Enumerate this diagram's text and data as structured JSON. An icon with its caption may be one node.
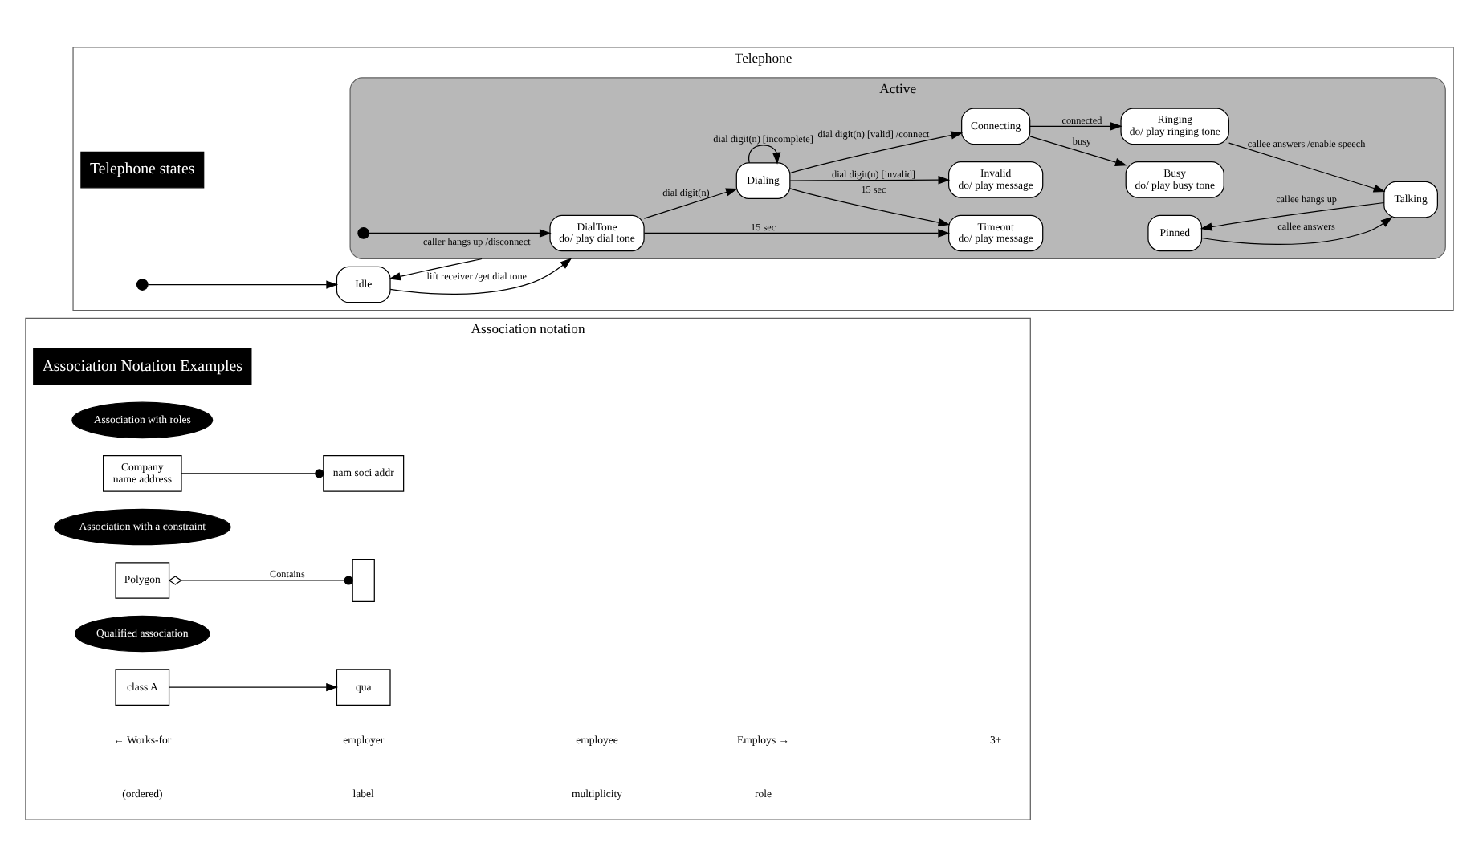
{
  "diagram": {
    "nodes": [
      {
        "text": [
          "Association notation"
        ]
      },
      {
        "text": [
          "Association Notation Examples"
        ],
        "in": 0
      },
      {
        "text": [
          "Association with roles"
        ],
        "in": 0
      },
      {
        "text": [
          "Company",
          "name address"
        ],
        "in": 0
      },
      {
        "text": [
          "nam soci addr"
        ],
        "in": 0
      },
      {
        "text": [
          "Association with a constraint"
        ],
        "in": 0
      },
      {
        "text": [
          "Polygon"
        ],
        "in": 0
      },
      {
        "text": [],
        "shape": "box",
        "in": 0
      },
      {
        "text": [
          "Qualified association"
        ],
        "in": 0
      },
      {
        "text": [
          "class A"
        ],
        "in": 0
      },
      {
        "text": [
          "qua"
        ],
        "in": 0
      },
      {
        "text": [
          "Telephone"
        ]
      },
      {
        "text": [
          "Telephone states"
        ],
        "in": 11
      },
      {
        "text": [],
        "shape": "circle",
        "in": 11
      },
      {
        "text": [
          "Idle"
        ],
        "in": 11
      },
      {
        "text": [
          "Active"
        ],
        "in": 11
      },
      {
        "text": [
          "DialTone",
          "do/ play dial tone"
        ],
        "in": 15
      },
      {
        "text": [
          "Timeout",
          "do/ play message"
        ],
        "in": 15
      },
      {
        "text": [
          "Dialing"
        ],
        "in": 15
      },
      {
        "text": [],
        "shape": "circle",
        "in": 15
      },
      {
        "text": [
          "Invalid",
          "do/ play message"
        ],
        "in": 15
      },
      {
        "text": [
          "Pinned"
        ],
        "in": 15
      },
      {
        "text": [
          "Connecting"
        ],
        "in": 15
      },
      {
        "text": [
          "Busy",
          "do/ play busy tone"
        ],
        "in": 15
      },
      {
        "text": [
          "Talking"
        ],
        "in": 15
      },
      {
        "text": [
          "Ringing",
          "do/ play ringing tone"
        ],
        "in": 15
      }
    ],
    "edges": [
      {
        "from": 3,
        "to": 4,
        "arrow": "other"
      },
      {
        "from": 6,
        "to": 7,
        "arrow": "other",
        "label": "Contains"
      },
      {
        "from": 9,
        "to": 10,
        "arrow": "to"
      },
      {
        "from": 13,
        "to": 14,
        "arrow": "to"
      },
      {
        "from": 14,
        "to": 15,
        "arrow": "to",
        "label": "lift receiver /get dial tone"
      },
      {
        "from": 15,
        "to": 14,
        "arrow": "to",
        "label": "caller hangs up /disconnect"
      },
      {
        "from": 19,
        "to": 16,
        "arrow": "to"
      },
      {
        "from": 16,
        "to": 17,
        "arrow": "to",
        "label": "15 sec"
      },
      {
        "from": 16,
        "to": 18,
        "arrow": "to",
        "label": "dial digit(n)"
      },
      {
        "from": 18,
        "to": 17,
        "arrow": "to",
        "label": "15 sec"
      },
      {
        "from": 18,
        "to": 18,
        "arrow": "to",
        "label": "dial digit(n) [incomplete]"
      },
      {
        "from": 18,
        "to": 20,
        "arrow": "to",
        "label": "dial digit(n) [invalid]"
      },
      {
        "from": 18,
        "to": 22,
        "arrow": "to",
        "label": "dial digit(n) [valid] /connect"
      },
      {
        "from": 22,
        "to": 23,
        "arrow": "to",
        "label": "busy"
      },
      {
        "from": 22,
        "to": 25,
        "arrow": "to",
        "label": "connected"
      },
      {
        "from": 25,
        "to": 24,
        "arrow": "to",
        "label": "callee answers /enable speech"
      },
      {
        "from": 21,
        "to": 24,
        "arrow": "to",
        "label": "callee answers"
      },
      {
        "from": 24,
        "to": 21,
        "arrow": "to",
        "label": "callee hangs up"
      }
    ],
    "labels": [
      "← Works-for",
      "employer",
      "employee",
      "Employs →",
      "3+",
      "(ordered)",
      "label",
      "multiplicity",
      "role"
    ]
  }
}
